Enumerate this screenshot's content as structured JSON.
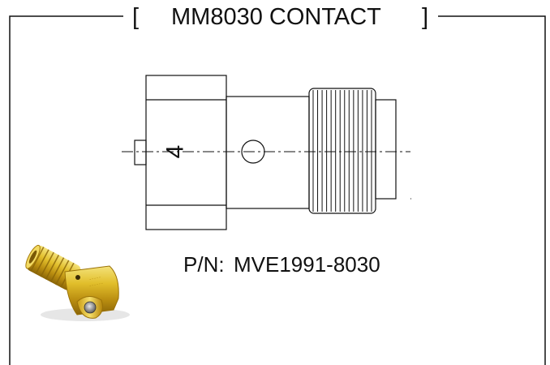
{
  "title": {
    "open_bracket": "[",
    "text": "MM8030 CONTACT",
    "close_bracket": "]"
  },
  "drawing": {
    "contact_number": "4"
  },
  "part_number": {
    "label": "P/N:",
    "value": "MVE1991-8030"
  },
  "colors": {
    "line": "#111111",
    "background": "#ffffff",
    "gold": "#d9b320"
  }
}
